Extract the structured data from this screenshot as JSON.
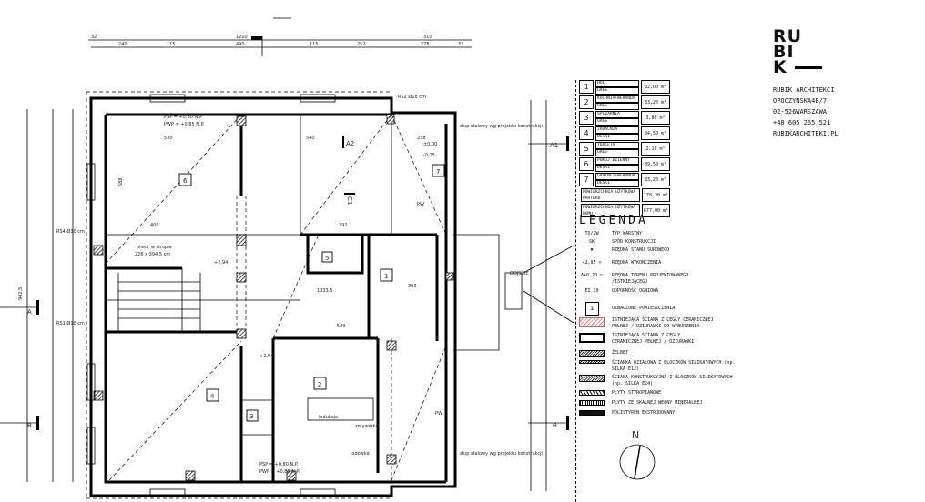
{
  "firm": {
    "logo_lines": [
      "RU",
      "BI",
      "K"
    ],
    "name": "RUBIK ARCHITEKCI",
    "street": "OPOCZYNSKA4B/7",
    "city": "02-526WARSZAWA",
    "phone": "+48 605 265 521",
    "web": "RUBIKARCHITEKI.PL"
  },
  "rooms": [
    {
      "num": "1",
      "name": "HOL",
      "floor": "GRES",
      "area": "32,00 m²"
    },
    {
      "num": "2",
      "name": "KUCHNIA+WERANDA",
      "floor": "GRES",
      "area": "33,20 m²"
    },
    {
      "num": "3",
      "name": "SPIŻARNIA",
      "floor": "GRES",
      "area": "3,80 m²"
    },
    {
      "num": "4",
      "name": "JADALNIA",
      "floor": "DESKI",
      "area": "34,50 m²"
    },
    {
      "num": "5",
      "name": "TOALETA",
      "floor": "GRES",
      "area": "2,10 m²"
    },
    {
      "num": "6",
      "name": "POKÓJ DZIENNY",
      "floor": "DESKI",
      "area": "39,50 m²"
    },
    {
      "num": "7",
      "name": "GABINET+WERANDA",
      "floor": "DESKI",
      "area": "33,20 m²"
    }
  ],
  "totals": [
    {
      "label": "POWIERZCHNIA UŻYTKOWA PARTERU",
      "area": "178,30 m²"
    },
    {
      "label": "POWIERZCHNIA UŻYTKOWA DOMU",
      "area": "677,00 m²"
    }
  ],
  "legend": {
    "title": "LEGENDA",
    "items": [
      {
        "sym": "TO/ZW",
        "label": "TYP WARSTWY"
      },
      {
        "sym": "SK",
        "label": "SPÓD KONSTRUKCJI"
      },
      {
        "sym": "▼",
        "label": "RZĘDNA STANU SUROWEGO"
      },
      {
        "sym": "+2,95 ▽",
        "label": "RZĘDNA WYKOŃCZENIA"
      },
      {
        "sym": "Δ+0,20 ▽",
        "label": "RZĘDNA TERENU PROJEKTOWANEGO /ISTNIEJĄCEGO"
      },
      {
        "sym": "EI 30",
        "label": "ODPORNOŚĆ OGNIOWA"
      },
      {
        "sym": "1",
        "label": "OZNACZONE POMIESZCZENIA"
      },
      {
        "sym": "",
        "label": "ISTNIEJĄCA ŚCIANA Z CEGŁY CERAMICZNEJ PEŁNEJ / DZIURAWKI DO WYBURZENIA"
      },
      {
        "sym": "",
        "label": "ISTNIEJĄCA ŚCIANA Z CEGŁY CERAMICZNEJ PEŁNEJ / DZIURAWKI"
      },
      {
        "sym": "",
        "label": "ŻELBET"
      },
      {
        "sym": "",
        "label": "ŚCIANKA DZIAŁOWA Z BLOCZKÓW SILIKATOWYCH (np. SILKA E12)"
      },
      {
        "sym": "",
        "label": "ŚCIANA KONSTRUKCYJNA Z BLOCZKÓW SILIKATOWYCH (np. SILKA E24)"
      },
      {
        "sym": "",
        "label": "PŁYTY STYROPIANOWE"
      },
      {
        "sym": "",
        "label": "PŁYTY ZE SKALNEJ WEŁNY MINERALNEJ"
      },
      {
        "sym": "",
        "label": "POLISTYREN EKSTRUDOWANY"
      }
    ]
  },
  "plan": {
    "dims_top": [
      "240",
      "115",
      "490",
      "1210",
      "115",
      "252",
      "278",
      "32",
      "310",
      "32"
    ],
    "room_labels": {
      "r1": "1",
      "r2": "2",
      "r3": "3",
      "r4": "4",
      "r5": "5",
      "r6": "6",
      "r7": "7"
    },
    "sections": {
      "a_left": "A",
      "a_right": "A1",
      "b_left": "B",
      "b_right": "B",
      "a2": "A2",
      "c1": "C1"
    },
    "north": "N",
    "notes": {
      "opening": "otwór w stropie",
      "opening_size": "226 x 394,5 cm",
      "column_top": "słup stalowy wg projektu konstrukcji",
      "column_bottom": "słup stalowy wg projektu konstrukcji",
      "rs2": "RS2 Ø18 cm",
      "rs1": "RS1 Ø10 cm",
      "rs4": "RS4 Ø10 cm",
      "entry": "DOJŚCIE",
      "pw_top": "PW",
      "pw_bottom": "PW",
      "psp_top": "PŚP = +0,80 N.P.",
      "pwp_top": "PWP = +0,85 N.P.",
      "psp_bottom": "PŚP = +0,80 N.P.",
      "pwp_bottom": "PWP = +0,85 N.P.",
      "fridge": "lodówka",
      "dishwasher": "zmywarka",
      "hob": "indukcja",
      "level_1": "+2,94",
      "level_2": "+2,94",
      "level_3": "±0,00",
      "level_4": "-0,25",
      "dim_530": "530",
      "dim_540": "540",
      "dim_400": "400",
      "dim_292": "292",
      "dim_529": "529",
      "dim_393": "393",
      "dim_1033": "1033,5",
      "dim_238": "238",
      "dim_588": "588",
      "dim_9425": "942,5"
    }
  }
}
